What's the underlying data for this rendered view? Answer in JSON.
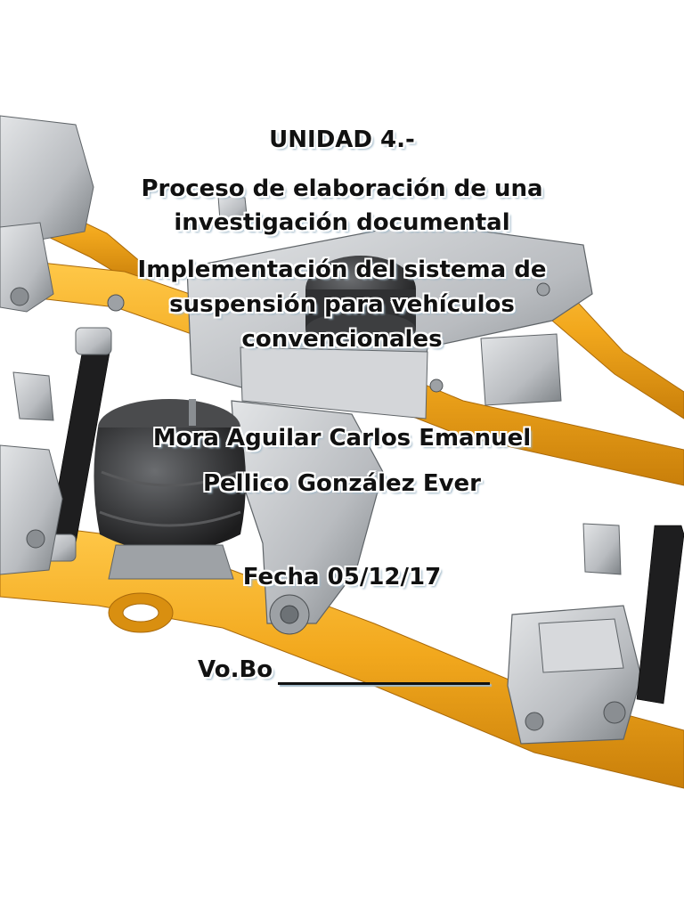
{
  "cover": {
    "unit_title": "UNIDAD 4.-",
    "research_title_line1": "Proceso de elaboración de una",
    "research_title_line2": "investigación documental",
    "project_title_line1": "Implementación del sistema de",
    "project_title_line2": "suspensión para vehículos",
    "project_title_line3": "convencionales",
    "author_1": "Mora Aguilar Carlos Emanuel",
    "author_2": "Pellico González Ever",
    "date": "Fecha 05/12/17",
    "approval_label": "Vo.Bo"
  },
  "illustration": {
    "description_icon": "truck-air-suspension-illustration",
    "colors": {
      "beam": "#f2a81d",
      "beam_shadow": "#c97f0a",
      "metal": "#b9bcc0",
      "metal_dark": "#6d7276",
      "air_bag": "#2e2f31",
      "shock": "#222222"
    }
  }
}
